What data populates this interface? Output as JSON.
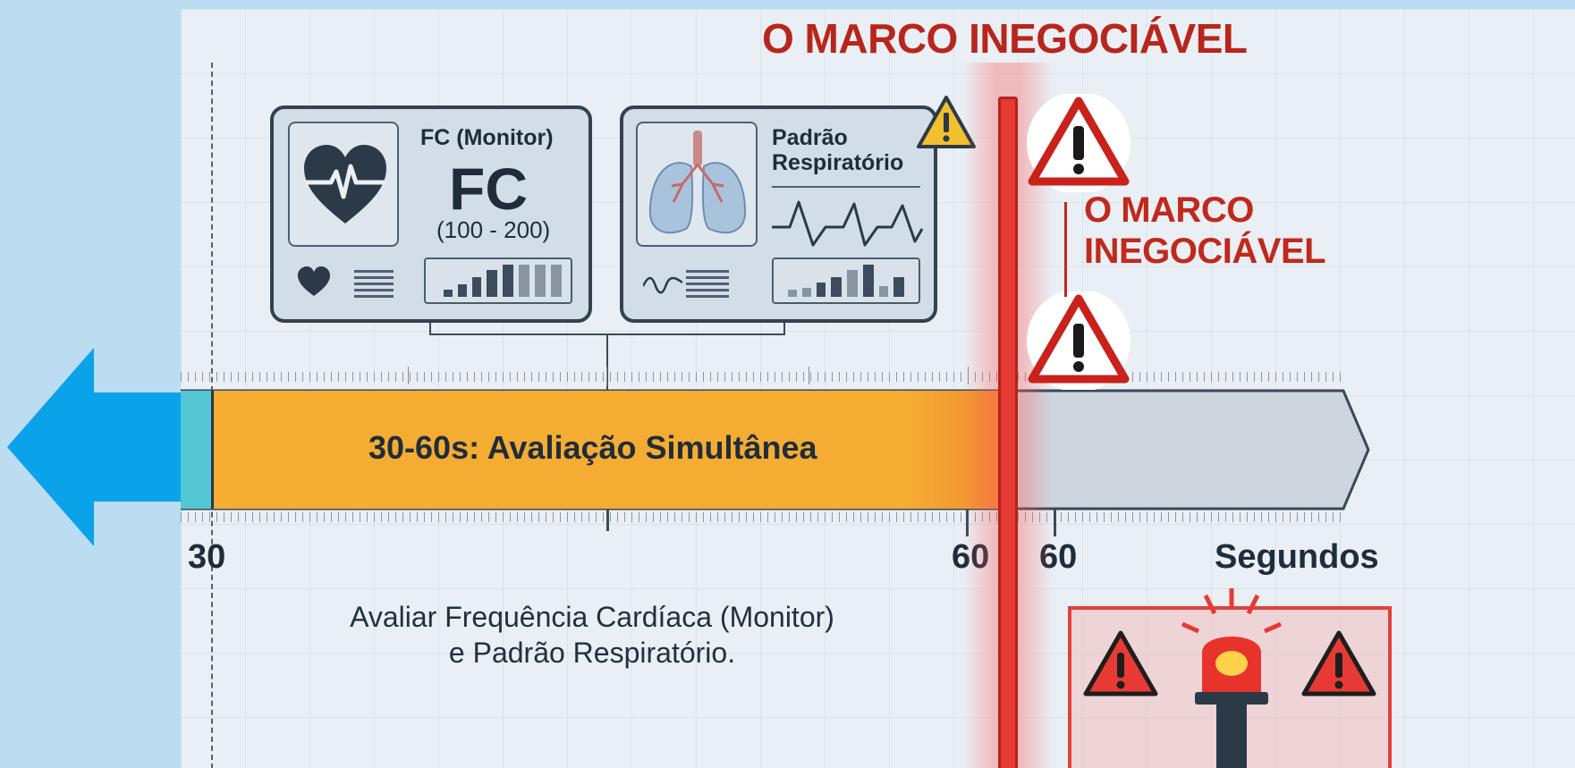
{
  "header": {
    "title": "O MARCO INEGOCIÁVEL"
  },
  "cards": [
    {
      "label": "FC (Monitor)",
      "big": "FC",
      "range": "(100 - 200)",
      "icon": "heart-monitor-icon"
    },
    {
      "label_line1": "Padrão",
      "label_line2": "Respiratório",
      "icon": "lungs-icon"
    }
  ],
  "timeline": {
    "phase_label": "30-60s: Avaliação Simultânea",
    "start_label": "30",
    "end_label_left": "60",
    "end_label_right": "60",
    "unit_label": "Segundos"
  },
  "marker": {
    "line1": "O MARCO",
    "line2": "INEGOCIÁVEL"
  },
  "description": {
    "line1": "Avaliar Frequência Cardíaca (Monitor)",
    "line2": "e Padrão Respiratório."
  },
  "colors": {
    "phase_orange": "#f4ac32",
    "alert_red": "#e83a35",
    "title_red": "#b8261b",
    "back_arrow_blue": "#0aa3ea"
  }
}
